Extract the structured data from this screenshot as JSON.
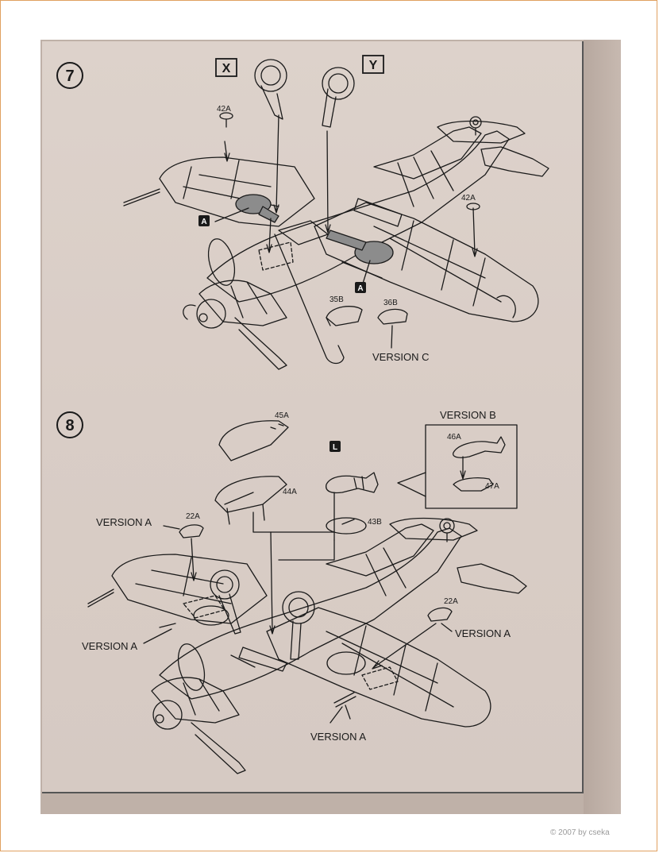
{
  "steps": {
    "step7": {
      "number": "7",
      "choice_x": "X",
      "choice_y": "Y",
      "parts": {
        "p42a_left": "42A",
        "p42a_right": "42A",
        "p35b": "35B",
        "p36b": "36B"
      },
      "marker_a1": "A",
      "marker_a2": "A",
      "version_c": "VERSION C"
    },
    "step8": {
      "number": "8",
      "version_b_title": "VERSION B",
      "parts": {
        "p45a": "45A",
        "p44a": "44A",
        "p43b": "43B",
        "p46a": "46A",
        "p47a": "47A",
        "p22a_left": "22A",
        "p22a_right": "22A"
      },
      "marker_l": "L",
      "version_a_1": "VERSION A",
      "version_a_2": "VERSION A",
      "version_a_3": "VERSION A",
      "version_a_4": "VERSION A"
    }
  },
  "copyright": "© 2007 by cseka",
  "colors": {
    "paper": "#d9cdc6",
    "ink": "#1a1a1a",
    "border": "#e0a060",
    "shading": "#8c8c8c"
  }
}
